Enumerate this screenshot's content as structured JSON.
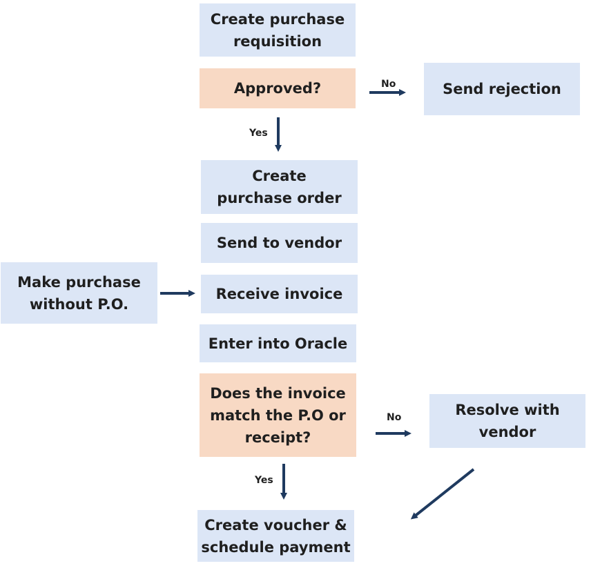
{
  "colors": {
    "process_fill": "#dce6f6",
    "decision_fill": "#f8d9c4",
    "arrow": "#1f3a5f",
    "text": "#1f1f1f"
  },
  "nodes": {
    "create_requisition": "Create purchase\nrequisition",
    "approved": "Approved?",
    "send_rejection": "Send rejection",
    "create_po": "Create\npurchase order",
    "send_vendor": "Send to vendor",
    "make_purchase": "Make purchase\nwithout P.O.",
    "receive_invoice": "Receive invoice",
    "enter_oracle": "Enter into Oracle",
    "invoice_match": "Does the invoice\nmatch the P.O or\nreceipt?",
    "resolve_vendor": "Resolve with\nvendor",
    "create_voucher": "Create voucher &\nschedule payment"
  },
  "edge_labels": {
    "approved_no": "No",
    "approved_yes": "Yes",
    "match_no": "No",
    "match_yes": "Yes"
  }
}
